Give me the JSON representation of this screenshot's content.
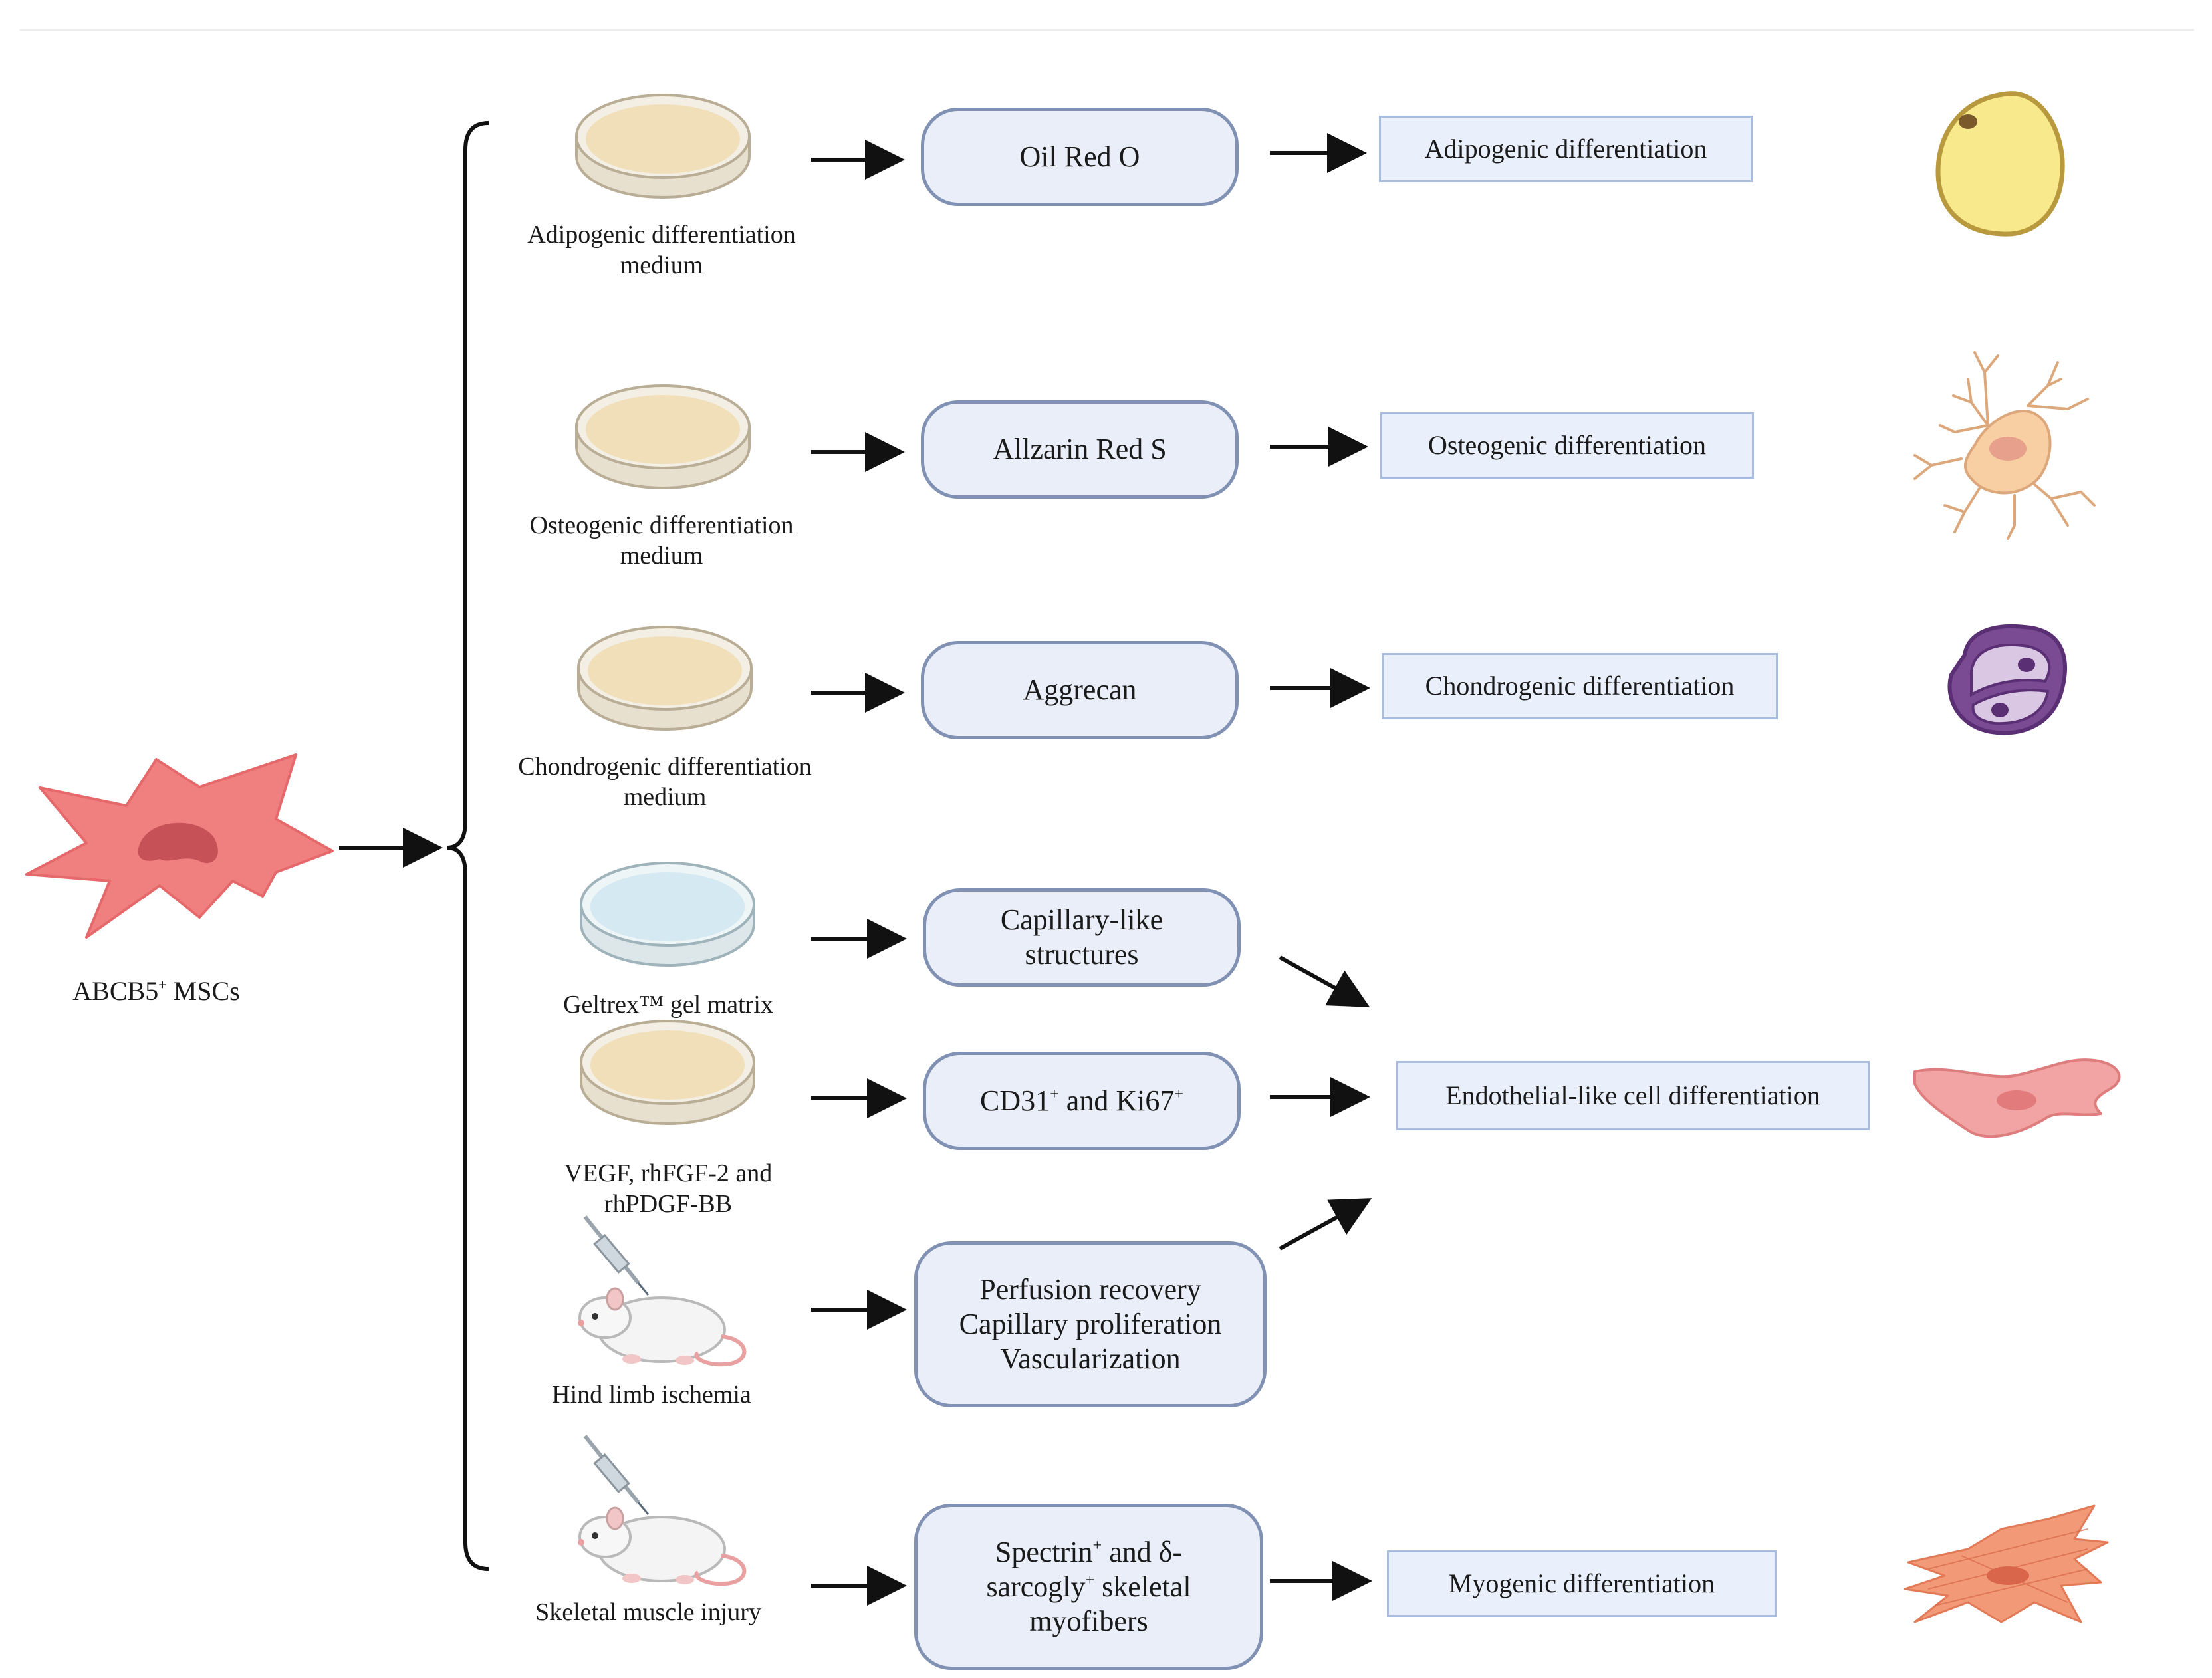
{
  "source": {
    "label": "ABCB5",
    "sup": "+",
    "suffix": " MSCs"
  },
  "conditions": {
    "adipo": {
      "line1": "Adipogenic differentiation",
      "line2": "medium"
    },
    "osteo": {
      "line1": "Osteogenic differentiation",
      "line2": "medium"
    },
    "chondro": {
      "line1": "Chondrogenic differentiation",
      "line2": "medium"
    },
    "geltrex": {
      "line1": "Geltrex™ gel matrix"
    },
    "vegf": {
      "line1": "VEGF, rhFGF-2 and",
      "line2": "rhPDGF-BB"
    },
    "hindlimb": {
      "line1": "Hind limb ischemia"
    },
    "muscle": {
      "line1": "Skeletal muscle injury"
    }
  },
  "assays": {
    "oilred": {
      "line1": "Oil Red O"
    },
    "alizarin": {
      "line1": "Allzarin Red S"
    },
    "aggrecan": {
      "line1": "Aggrecan"
    },
    "capillary": {
      "line1": "Capillary-like",
      "line2": "structures"
    },
    "cd31": {
      "part1": "CD31",
      "sup1": "+",
      "part2": " and Ki67",
      "sup2": "+"
    },
    "perfusion": {
      "line1": "Perfusion recovery",
      "line2": "Capillary proliferation",
      "line3": "Vascularization"
    },
    "spectrin": {
      "line1a": "Spectrin",
      "sup1": "+",
      "line1b": " and δ-",
      "line2a": "sarcogly",
      "sup2": "+",
      "line2b": " skeletal",
      "line3": "myofibers"
    }
  },
  "outcomes": {
    "adipo": "Adipogenic differentiation",
    "osteo": "Osteogenic differentiation",
    "chondro": "Chondrogenic differentiation",
    "endo": "Endothelial-like cell differentiation",
    "myo": "Myogenic differentiation"
  },
  "colors": {
    "pill_border": "#8091b3",
    "pill_fill": "#e9eef8",
    "box_border": "#a8bce0",
    "box_fill": "#eaf0fb",
    "msc_cell": "#f0807f",
    "dish_medium": "#f1dfba",
    "dish_gel": "#d4e9f2",
    "adipocyte": "#f7e98c",
    "osteocyte": "#f8cfa3",
    "chondrocyte": "#7a4a93",
    "endothelial": "#f2a3a3",
    "myocyte": "#f29a78"
  },
  "icons": [
    "msc-cell-icon",
    "petri-dish-icon",
    "mouse-injection-icon",
    "adipocyte-icon",
    "osteocyte-icon",
    "chondrocyte-icon",
    "endothelial-cell-icon",
    "myocyte-icon"
  ]
}
